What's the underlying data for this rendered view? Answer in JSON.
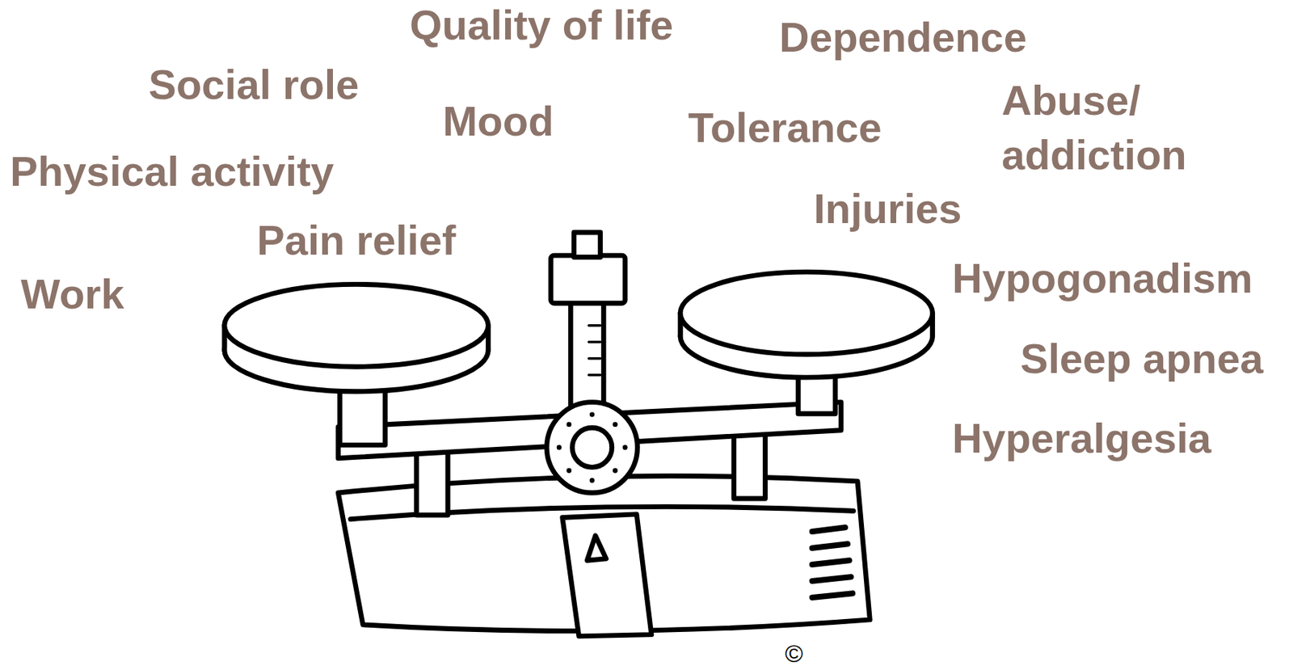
{
  "diagram": {
    "labels": [
      "Quality of life",
      "Dependence",
      "Social role",
      "Abuse/ addiction",
      "Mood",
      "Tolerance",
      "Physical activity",
      "Injuries",
      "Pain relief",
      "Work",
      "Hypogonadism",
      "Sleep apnea",
      "Hyperalgesia",
      "©"
    ]
  }
}
